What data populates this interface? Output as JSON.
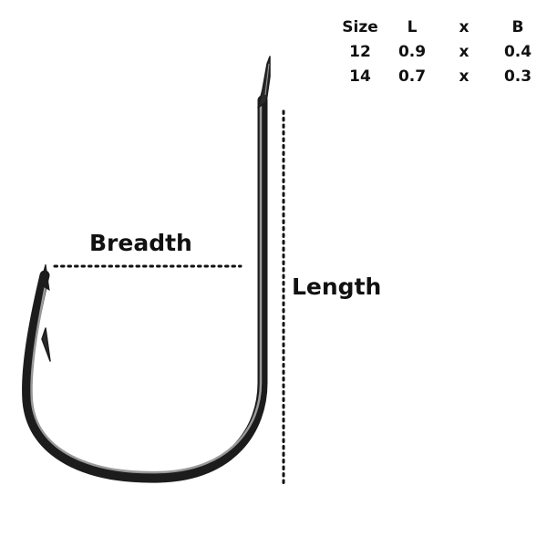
{
  "table": {
    "headers": [
      "Size",
      "L",
      "x",
      "B"
    ],
    "rows": [
      [
        "12",
        "0.9",
        "x",
        "0.4"
      ],
      [
        "14",
        "0.7",
        "x",
        "0.3"
      ]
    ]
  },
  "labels": {
    "breadth": "Breadth",
    "length": "Length"
  },
  "colors": {
    "hook_dark": "#1c1c1c",
    "hook_highlight": "#9a9a9a",
    "dotted_line": "#111111"
  }
}
